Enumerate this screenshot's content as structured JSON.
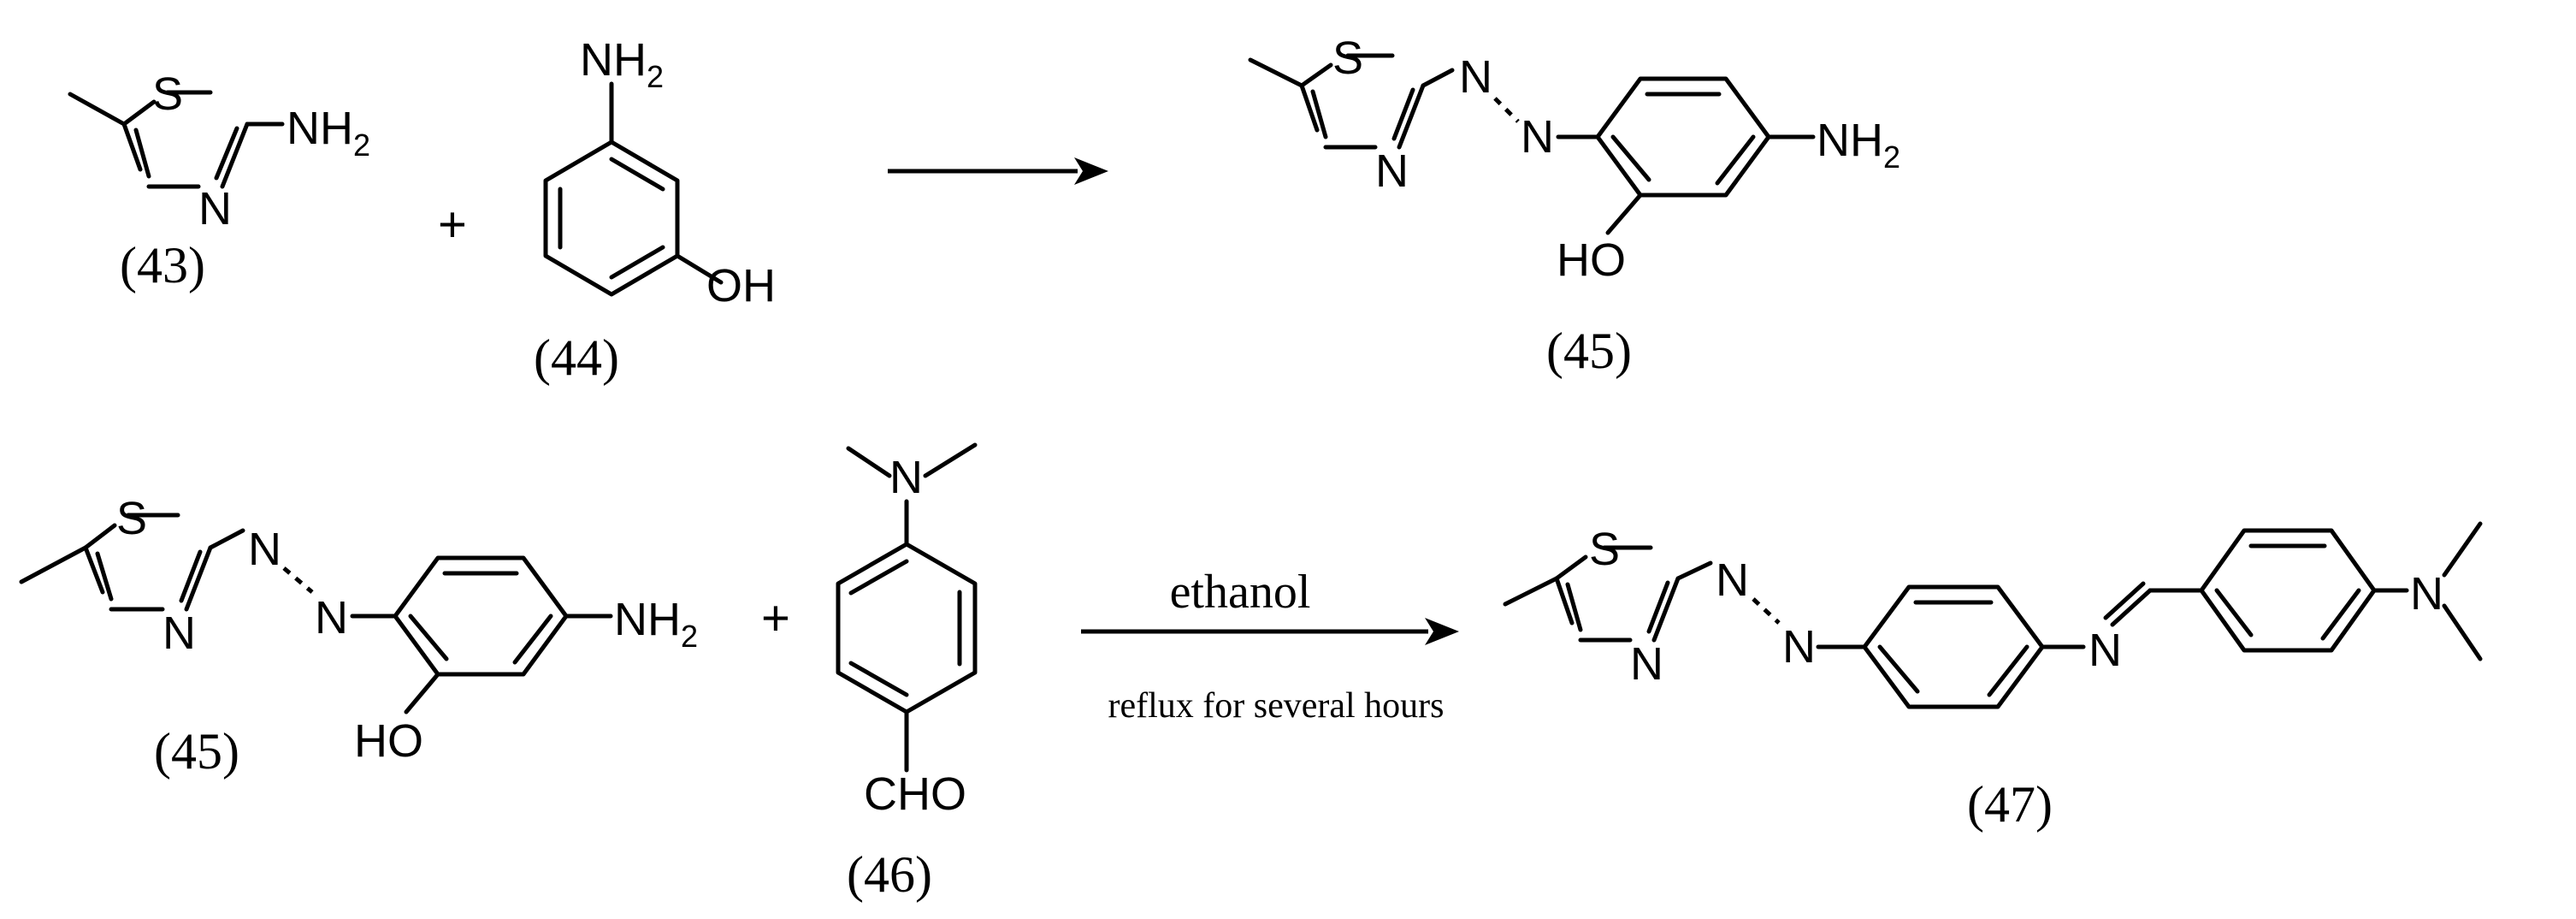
{
  "colors": {
    "ink": "#000000",
    "background": "#ffffff"
  },
  "atoms": {
    "S": "S",
    "N": "N",
    "NH": "NH",
    "NH2_sub": "2",
    "OH": "OH",
    "HO": "HO",
    "CHO": "CHO"
  },
  "compound_labels": {
    "c43": "(43)",
    "c44": "(44)",
    "c45": "(45)",
    "c46": "(46)",
    "c47": "(47)"
  },
  "reaction1": {
    "plus": "+"
  },
  "reaction2": {
    "plus": "+",
    "reagent": "ethanol",
    "condition": "reflux for several hours"
  }
}
